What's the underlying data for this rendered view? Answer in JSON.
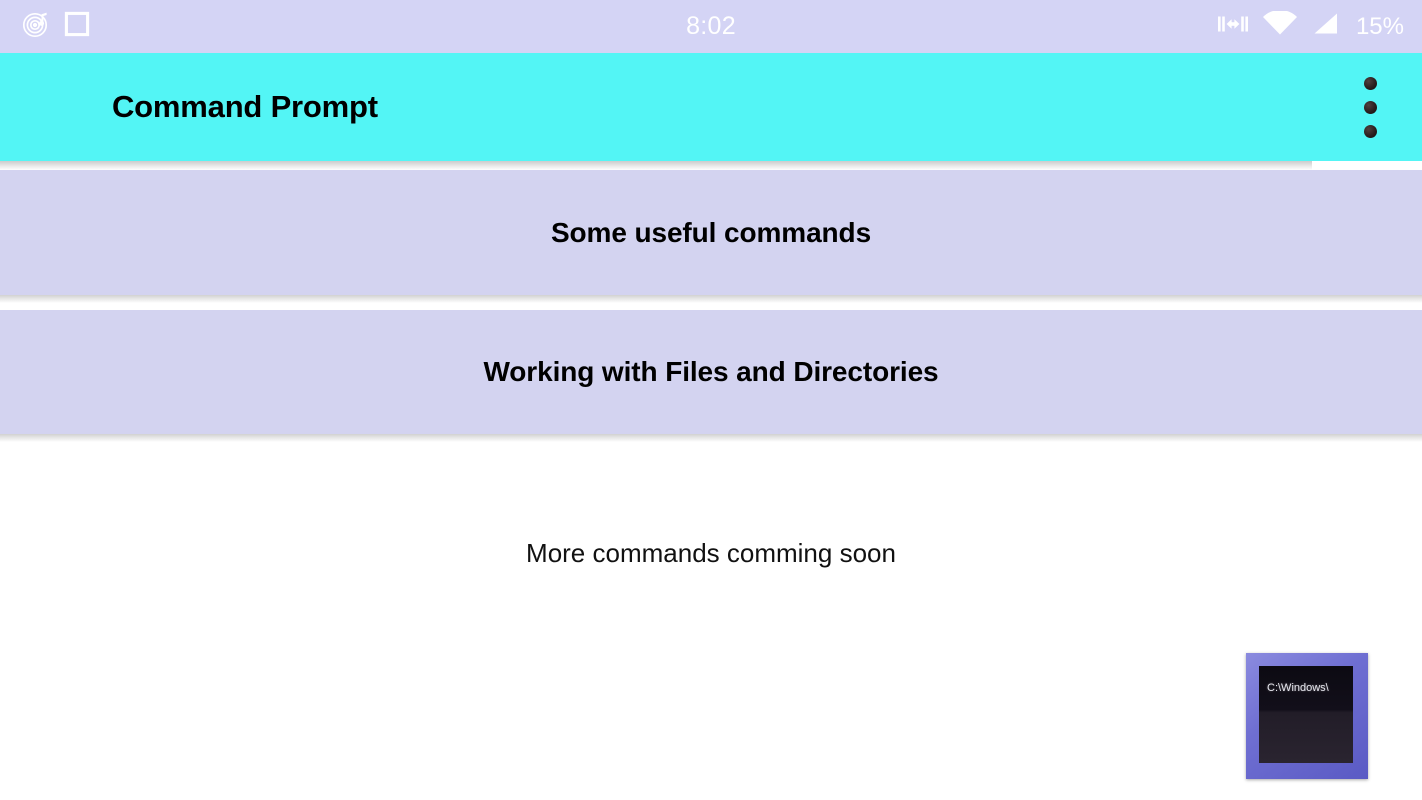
{
  "status_bar": {
    "clock": "8:02",
    "battery_text": "15%",
    "left_icons": [
      {
        "name": "music-player-icon",
        "glyph": "vinyl-record-with-note"
      },
      {
        "name": "app-square-icon",
        "glyph": "square-outline"
      }
    ],
    "right_icons": [
      {
        "name": "vibrate-icon",
        "glyph": "vibrate"
      },
      {
        "name": "wifi-icon",
        "glyph": "wifi-full"
      },
      {
        "name": "signal-icon",
        "glyph": "signal-bars"
      }
    ],
    "background_color": "#d4d4f5",
    "text_color": "#ffffff"
  },
  "app_bar": {
    "title": "Command Prompt",
    "background_color": "#53f5f5",
    "title_color": "#000000",
    "overflow_menu": {
      "name": "overflow-menu-icon",
      "dot_count": 3
    }
  },
  "main": {
    "cards": [
      {
        "id": "card-useful-commands",
        "label": "Some useful commands",
        "background_color": "#d3d3f0"
      },
      {
        "id": "card-files-directories",
        "label": "Working with Files and Directories",
        "background_color": "#d3d3f0"
      }
    ],
    "footer_note": "More commands comming soon",
    "thumbnail": {
      "name": "command-prompt-thumbnail",
      "terminal_path_text": "C:\\Windows\\",
      "frame_color": "#6f6fd2",
      "screen_color": "#120f1a"
    }
  }
}
